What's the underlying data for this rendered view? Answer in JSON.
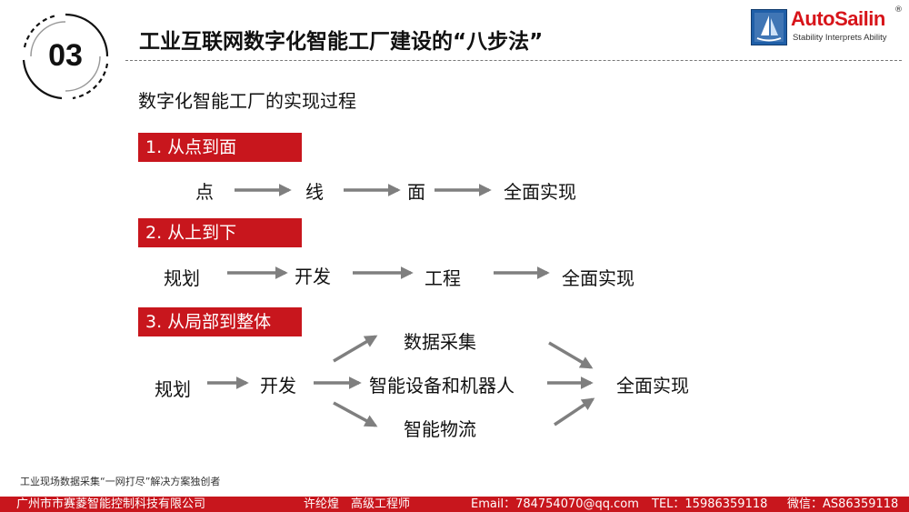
{
  "header": {
    "section_number": "03",
    "title": "工业互联网数字化智能工厂建设的“八步法”"
  },
  "logo": {
    "name": "AutoSailin",
    "registered": "®",
    "tagline": "Stability Interprets Ability",
    "colors": {
      "text": "#d7141a",
      "icon": "#1f5fa8"
    }
  },
  "subtitle": "数字化智能工厂的实现过程",
  "sections": [
    {
      "label": "1. 从点到面",
      "steps": [
        "点",
        "线",
        "面",
        "全面实现"
      ]
    },
    {
      "label": "2. 从上到下",
      "steps": [
        "规划",
        "开发",
        "工程",
        "全面实现"
      ]
    },
    {
      "label": "3. 从局部到整体",
      "start": [
        "规划",
        "开发"
      ],
      "branches": [
        "数据采集",
        "智能设备和机器人",
        "智能物流"
      ],
      "end": "全面实现"
    }
  ],
  "footer": {
    "note": "工业现场数据采集“一网打尽”解决方案独创者",
    "company": "广州市市赛菱智能控制科技有限公司",
    "person": "许纶煌　高级工程师",
    "email": "Email：784754070@qq.com",
    "tel": "TEL：15986359118",
    "wechat": "微信：AS86359118"
  },
  "colors": {
    "accent": "#c8161d",
    "arrow": "#7f7f7f"
  }
}
